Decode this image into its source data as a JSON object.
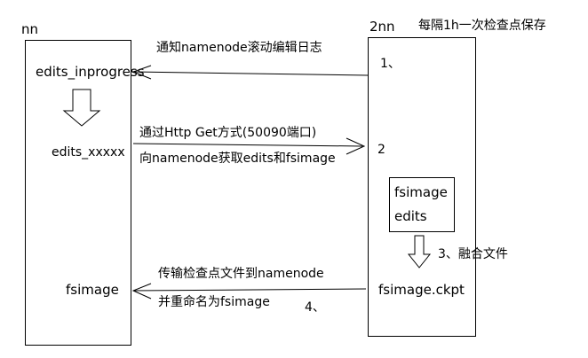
{
  "nn": {
    "title": "nn",
    "edits_inprogress": "edits_inprogress",
    "edits_xxxxx": "edits_xxxxx",
    "fsimage": "fsimage"
  },
  "snn": {
    "title": "2nn",
    "note": "每隔1h一次检查点保存",
    "inner_fsimage": "fsimage",
    "inner_edits": "edits",
    "ckpt": "fsimage.ckpt"
  },
  "steps": {
    "s1_label": "通知namenode滚动编辑日志",
    "s1_num": "1、",
    "s2_line1": "通过Http Get方式(50090端口)",
    "s2_line2": "向namenode获取edits和fsimage",
    "s2_num": "2",
    "s3_label": "3、融合文件",
    "s4_line1": "传输检查点文件到namenode",
    "s4_line2": "并重命名为fsimage",
    "s4_num": "4、"
  }
}
